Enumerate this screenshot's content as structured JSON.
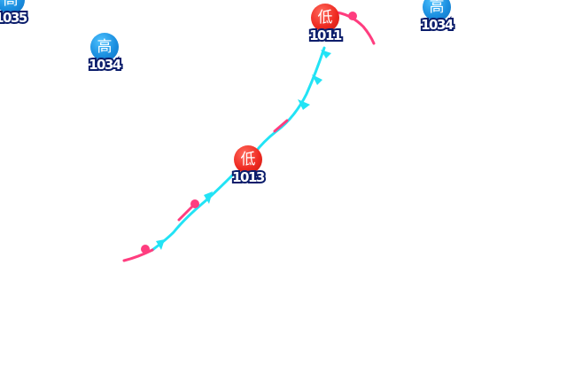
{
  "colors": {
    "cold_front": "#22e3f5",
    "warm_front": "#ff3d7f",
    "high_center": "#1b8fe0",
    "low_center": "#ef2b22",
    "value_text": "#ffffff",
    "value_outline": "#0b1d6b"
  },
  "pressure_centers": [
    {
      "type": "high",
      "symbol": "高",
      "value": "1035"
    },
    {
      "type": "high",
      "symbol": "高",
      "value": "1034"
    },
    {
      "type": "low",
      "symbol": "低",
      "value": "1011"
    },
    {
      "type": "high",
      "symbol": "高",
      "value": "1034"
    },
    {
      "type": "low",
      "symbol": "低",
      "value": "1013"
    }
  ],
  "fronts": [
    {
      "type": "warm",
      "segment": "northeast-of-low-1011"
    },
    {
      "type": "cold",
      "segment": "low-1011-to-low-1013"
    },
    {
      "type": "cold",
      "segment": "southwest-of-low-1013"
    },
    {
      "type": "warm",
      "segment": "tail"
    }
  ]
}
